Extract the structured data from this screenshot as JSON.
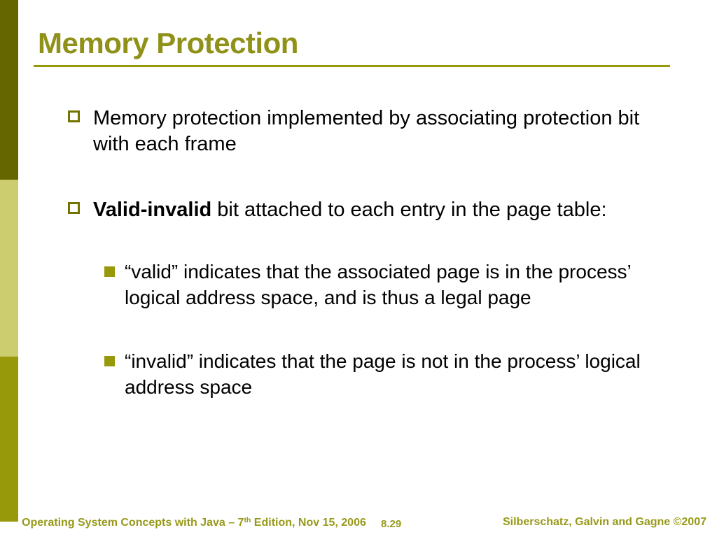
{
  "slide": {
    "title": "Memory Protection",
    "content": {
      "bullet1": "Memory protection implemented by associating protection bit with each frame",
      "bullet2_bold": "Valid-invalid",
      "bullet2_rest": " bit attached to each entry in the page table:",
      "sub1": "“valid” indicates that the associated page is in the process’ logical address space, and is thus a legal page",
      "sub2": "“invalid” indicates that the page is not in the process’ logical address space"
    },
    "footer": {
      "left_text": "Operating System Concepts with Java – 7",
      "left_sup": "th",
      "left_rest": " Edition, Nov 15, 2006",
      "page_number": "8.29",
      "right_text": "Silberschatz, Galvin and Gagne ©2007"
    },
    "colors": {
      "bar_top": "#666600",
      "bar_middle": "#cbcd6e",
      "bar_bottom": "#98990a",
      "title_accent": "#8f9119",
      "footer_text": "#97991a",
      "body_text": "#000000"
    }
  }
}
